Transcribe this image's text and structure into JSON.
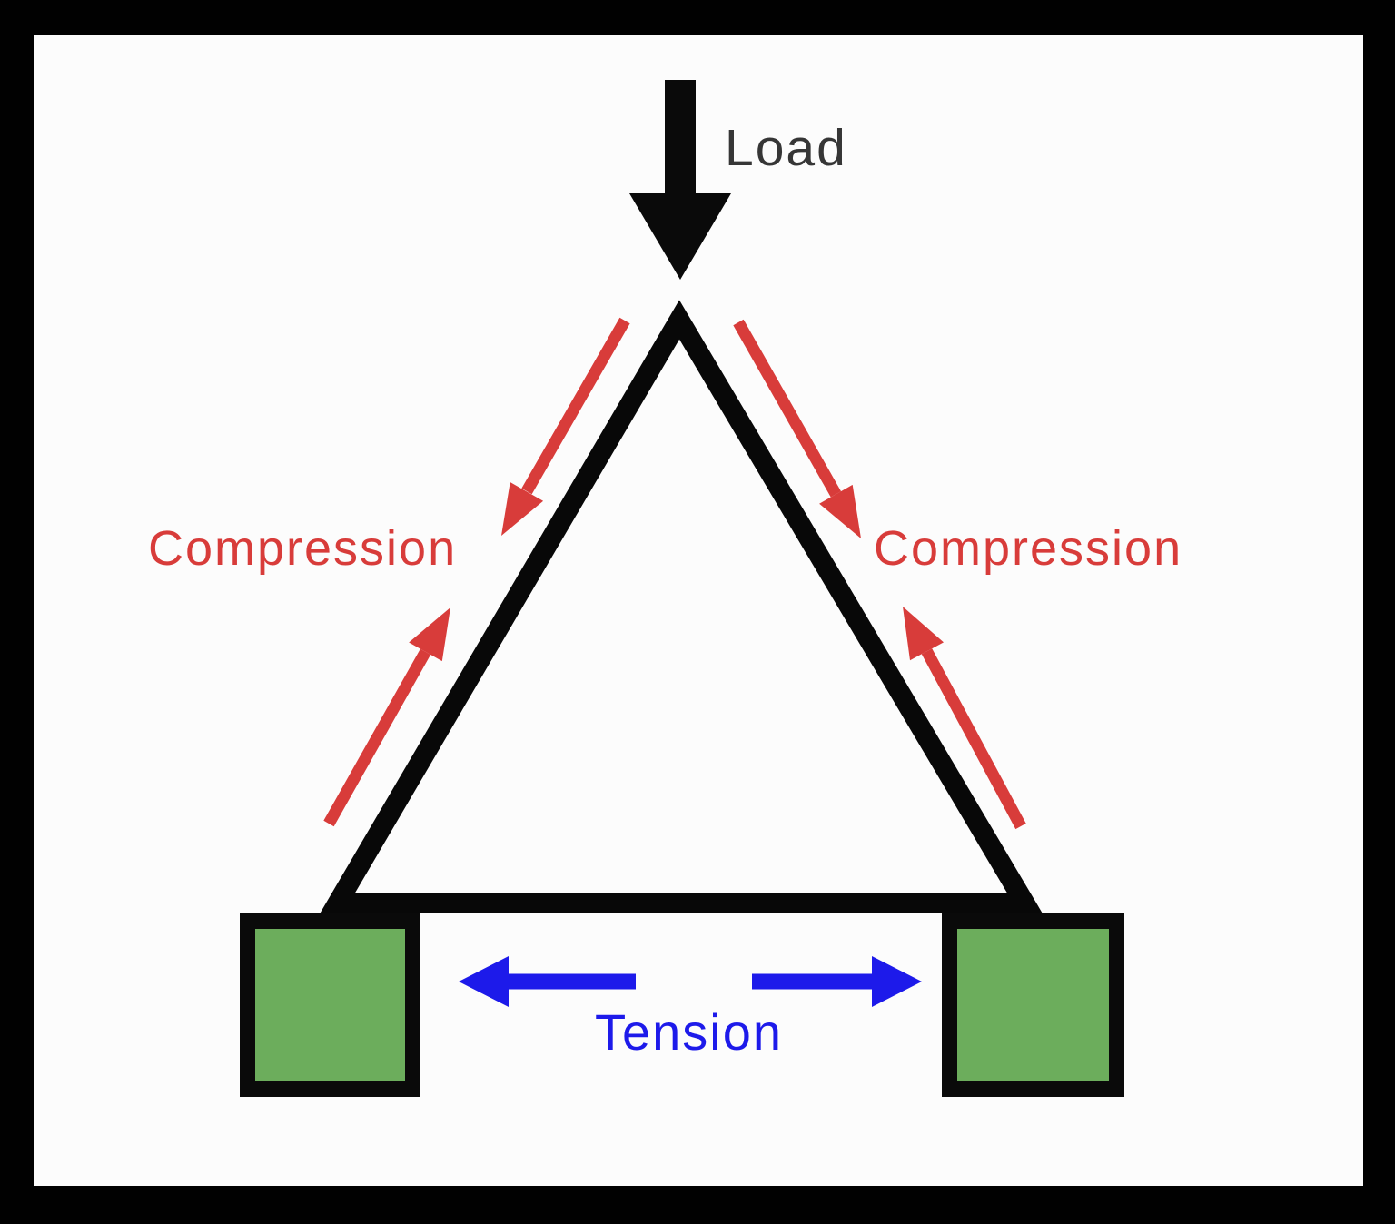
{
  "diagram": {
    "type": "truss-load-force-diagram",
    "labels": {
      "load": "Load",
      "compression_left": "Compression",
      "compression_right": "Compression",
      "tension": "Tension"
    },
    "colors": {
      "frame": "#010101",
      "panel": "#fcfcfc",
      "member": "#080808",
      "load_arrow": "#0a0a0a",
      "load_text": "#363636",
      "compression": "#d83c3a",
      "tension": "#1d1aea",
      "support_fill": "#6cad5c",
      "support_border": "#0a0a0a"
    },
    "icons": {
      "load_arrow": "arrow-down-icon",
      "compression_upper_left": "arrow-diagonal-down-left-icon",
      "compression_lower_left": "arrow-diagonal-up-right-icon",
      "compression_upper_right": "arrow-diagonal-down-right-icon",
      "compression_lower_right": "arrow-diagonal-up-left-icon",
      "tension_left": "arrow-left-icon",
      "tension_right": "arrow-right-icon"
    }
  }
}
